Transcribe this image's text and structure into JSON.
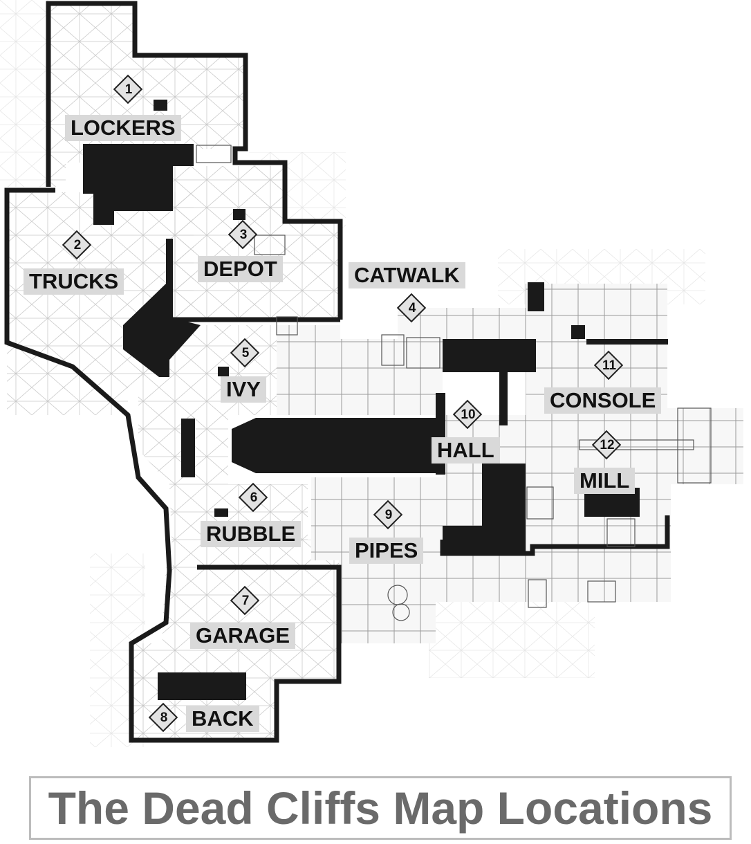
{
  "title": "The Dead Cliffs Map Locations",
  "locations": [
    {
      "number": "1",
      "name": "LOCKERS"
    },
    {
      "number": "2",
      "name": "TRUCKS"
    },
    {
      "number": "3",
      "name": "DEPOT"
    },
    {
      "number": "4",
      "name": "CATWALK"
    },
    {
      "number": "5",
      "name": "IVY"
    },
    {
      "number": "6",
      "name": "RUBBLE"
    },
    {
      "number": "7",
      "name": "GARAGE"
    },
    {
      "number": "8",
      "name": "BACK"
    },
    {
      "number": "9",
      "name": "PIPES"
    },
    {
      "number": "10",
      "name": "HALL"
    },
    {
      "number": "11",
      "name": "CONSOLE"
    },
    {
      "number": "12",
      "name": "MILL"
    }
  ],
  "colors": {
    "wall": "#1a1a1a",
    "floor": "#f4f4f4",
    "label_bg": "#d9d9d9",
    "title_text": "#6a6a6a",
    "title_border": "#bcbcbc"
  }
}
